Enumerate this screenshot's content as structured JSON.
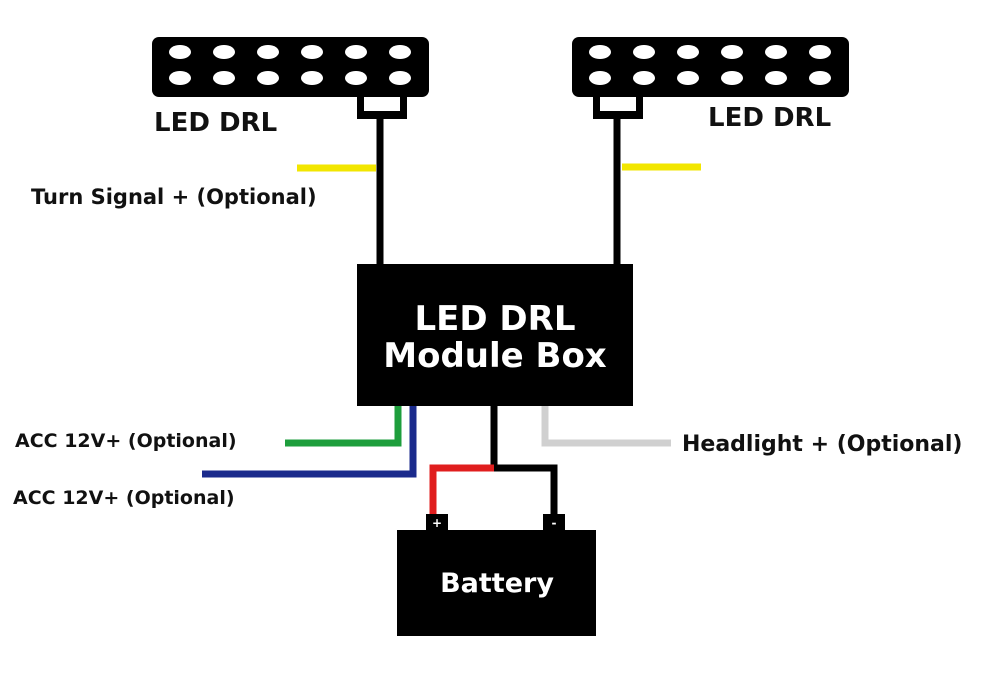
{
  "diagram": {
    "left_drl": {
      "label": "LED DRL"
    },
    "right_drl": {
      "label": "LED DRL"
    },
    "turn_signal": {
      "label": "Turn Signal + (Optional)"
    },
    "module": {
      "line1": "LED DRL",
      "line2": "Module Box"
    },
    "acc_green": {
      "label": "ACC 12V+ (Optional)"
    },
    "acc_blue": {
      "label": "ACC 12V+ (Optional)"
    },
    "headlight": {
      "label": "Headlight + (Optional)"
    },
    "battery": {
      "label": "Battery",
      "positive": "+",
      "negative": "-"
    }
  },
  "colors": {
    "body": "#000000",
    "led": "#ffffff",
    "turn_signal_wire": "#f2e600",
    "acc_green_wire": "#1e9e3c",
    "acc_blue_wire": "#1a2a8c",
    "headlight_wire": "#d0d0d0",
    "battery_positive_wire": "#e01e1e",
    "battery_negative_wire": "#000000"
  }
}
